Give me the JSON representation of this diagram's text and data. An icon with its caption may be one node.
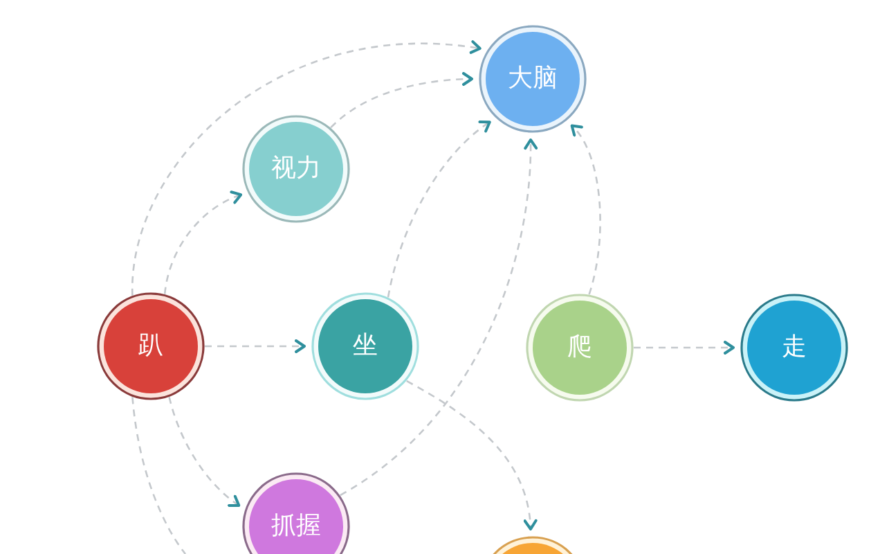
{
  "diagram": {
    "nodes": [
      {
        "text": [
          "大脑"
        ]
      },
      {
        "text": [
          "视力"
        ]
      },
      {
        "text": [
          "趴"
        ]
      },
      {
        "text": [
          "坐"
        ]
      },
      {
        "text": [
          "爬"
        ]
      },
      {
        "text": [
          "走"
        ]
      },
      {
        "text": [
          "抓握"
        ]
      },
      {
        "text": [],
        "shape": "circle"
      }
    ],
    "edges": [
      {
        "from": 2,
        "to": 0,
        "arrow": "to"
      },
      {
        "from": 2,
        "to": 1,
        "arrow": "to"
      },
      {
        "from": 1,
        "to": 0,
        "arrow": "to"
      },
      {
        "from": 2,
        "to": 3,
        "arrow": "to"
      },
      {
        "from": 3,
        "to": 0,
        "arrow": "to"
      },
      {
        "from": 6,
        "to": 0,
        "arrow": "to"
      },
      {
        "from": 4,
        "to": 0,
        "arrow": "to"
      },
      {
        "from": 4,
        "to": 5,
        "arrow": "to"
      },
      {
        "from": 2,
        "to": 6,
        "arrow": "to"
      },
      {
        "from": 3,
        "to": 7,
        "arrow": "to"
      },
      {
        "from": 2,
        "to": null,
        "arrow": "none"
      }
    ]
  }
}
